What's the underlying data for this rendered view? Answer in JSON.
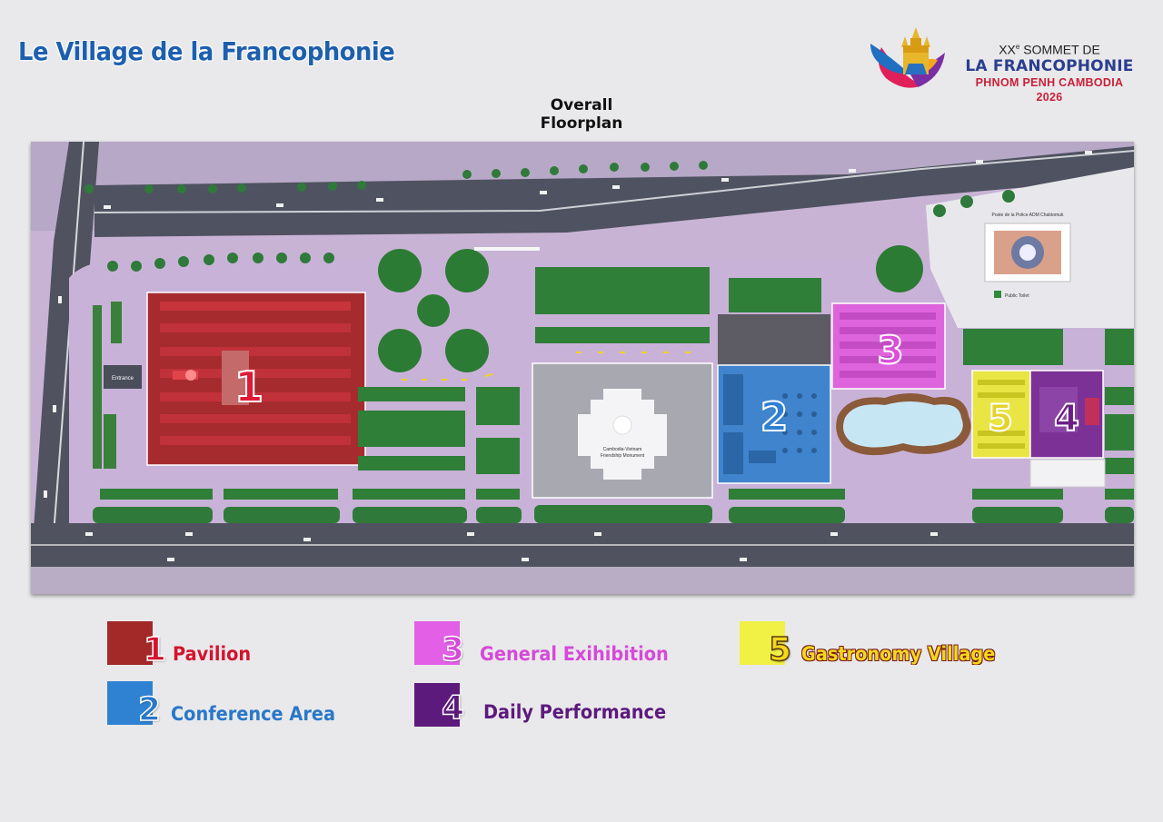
{
  "header": {
    "title": "Le Village de la Francophonie",
    "subtitle": "Overall Floorplan"
  },
  "logo": {
    "line1_sup": "XX",
    "line1_sup_suffix": "e",
    "line1_rest": " SOMMET DE",
    "line2": "LA FRANCOPHONIE",
    "line3": "PHNOM PENH CAMBODIA 2026"
  },
  "map": {
    "labels": {
      "entrance": "Entrance",
      "monument_line1": "Cambodia-Vietnam",
      "monument_line2": "Friendship Monument",
      "police_post": "Poste de la Police ADM Chaktomuk",
      "toilet": "Public Toilet"
    },
    "zones": [
      {
        "number": "1",
        "color": "#a32828",
        "num_color": "#d9142b"
      },
      {
        "number": "2",
        "color": "#2f80d0",
        "num_color": "#2f7fd2"
      },
      {
        "number": "3",
        "color": "#e063e0",
        "num_color": "#d94fd8"
      },
      {
        "number": "4",
        "color": "#7a2f93",
        "num_color": "#6b1f86"
      },
      {
        "number": "5",
        "color": "#e7e33f",
        "num_color": "#e6d22c"
      }
    ]
  },
  "legend": [
    {
      "number": "1",
      "label": "Pavilion",
      "swatch_color": "#a32828",
      "num_color": "#d31430",
      "label_color": "#d3142e"
    },
    {
      "number": "2",
      "label": "Conference Area",
      "swatch_color": "#2f82d2",
      "num_color": "#2a78c8",
      "label_color": "#2a78c8"
    },
    {
      "number": "3",
      "label": "General Exihibition",
      "swatch_color": "#e35fe6",
      "num_color": "#d54ad8",
      "label_color": "#d54ad8"
    },
    {
      "number": "4",
      "label": "Daily Performance",
      "swatch_color": "#5d1a7d",
      "num_color": "#5d1a7d",
      "label_color": "#5d1a7d"
    },
    {
      "number": "5",
      "label": "Gastronomy Village",
      "swatch_color": "#f1f045",
      "num_color": "#f3d81c",
      "label_color": "#f3d81c"
    }
  ]
}
